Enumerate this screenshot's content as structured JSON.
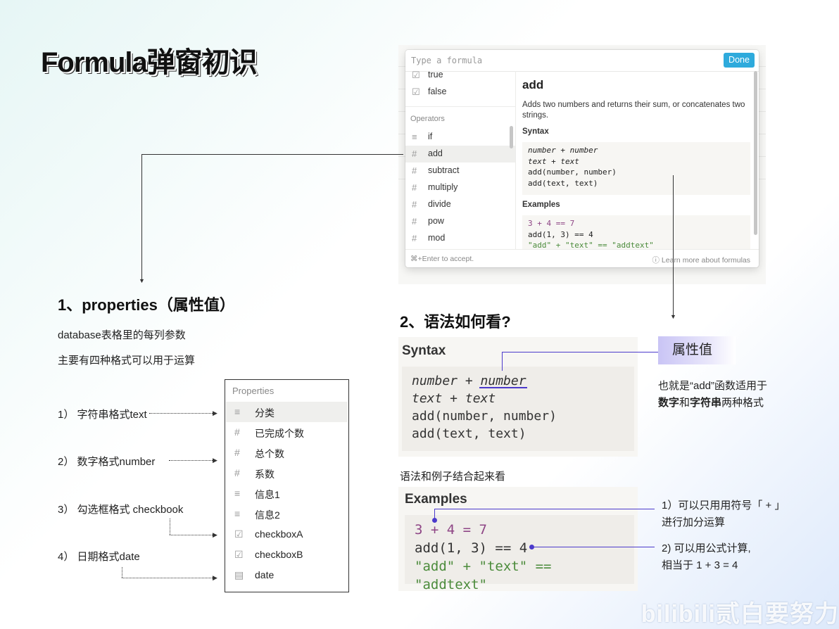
{
  "title": "Formula弹窗初识",
  "popup": {
    "placeholder": "Type a formula",
    "done_label": "Done",
    "list": {
      "items_top": [
        {
          "icon": "☑",
          "label": "true"
        },
        {
          "icon": "☑",
          "label": "false"
        }
      ],
      "section_label": "Operators",
      "items": [
        {
          "icon": "≡",
          "label": "if"
        },
        {
          "icon": "#",
          "label": "add"
        },
        {
          "icon": "#",
          "label": "subtract"
        },
        {
          "icon": "#",
          "label": "multiply"
        },
        {
          "icon": "#",
          "label": "divide"
        },
        {
          "icon": "#",
          "label": "pow"
        },
        {
          "icon": "#",
          "label": "mod"
        }
      ],
      "selected": "add"
    },
    "detail": {
      "name": "add",
      "description": "Adds two numbers and returns their sum, or concatenates two strings.",
      "syntax_heading": "Syntax",
      "syntax_lines": [
        "number + number",
        "text + text",
        "add(number, number)",
        "add(text, text)"
      ],
      "examples_heading": "Examples",
      "example_lines": [
        "3 + 4 == 7",
        "add(1, 3) == 4",
        "\"add\" + \"text\" == \"addtext\""
      ]
    },
    "footer_left": "⌘+Enter to accept.",
    "footer_right": "Learn more about formulas"
  },
  "left": {
    "heading": "1、properties（属性值）",
    "line1": "database表格里的每列参数",
    "line2": "主要有四种格式可以用于运算",
    "formats": [
      "1）  字符串格式text",
      "2）  数字格式number",
      "3）  勾选框格式 checkbook",
      "4）  日期格式date"
    ],
    "props_header": "Properties",
    "props": [
      {
        "icon": "≡",
        "label": "分类"
      },
      {
        "icon": "#",
        "label": "已完成个数"
      },
      {
        "icon": "#",
        "label": "总个数"
      },
      {
        "icon": "#",
        "label": "系数"
      },
      {
        "icon": "≡",
        "label": "信息1"
      },
      {
        "icon": "≡",
        "label": "信息2"
      },
      {
        "icon": "☑",
        "label": "checkboxA"
      },
      {
        "icon": "☑",
        "label": "checkboxB"
      },
      {
        "icon": "▤",
        "label": "date"
      }
    ]
  },
  "right": {
    "heading": "2、语法如何看?",
    "syntax_heading": "Syntax",
    "syntax_lines": [
      "number + number",
      "text + text",
      "add(number, number)",
      "add(text, text)"
    ],
    "tag": "属性值",
    "note_line1": "也就是“add”函数适用于",
    "note_bold1": "数字",
    "note_mid": "和",
    "note_bold2": "字符串",
    "note_end": "两种格式",
    "combine": "语法和例子结合起来看",
    "examples_heading": "Examples",
    "example_lines": [
      "3 + 4 = 7",
      "add(1, 3) == 4",
      "\"add\" + \"text\" == \"addtext\""
    ],
    "callout1_line1": "1）可以只用用符号「 + 」",
    "callout1_line2": "进行加分运算",
    "callout2_line1": "2) 可以用公式计算,",
    "callout2_line2": "相当于 1 + 3 = 4"
  },
  "watermark": "bilibili贰白要努力"
}
